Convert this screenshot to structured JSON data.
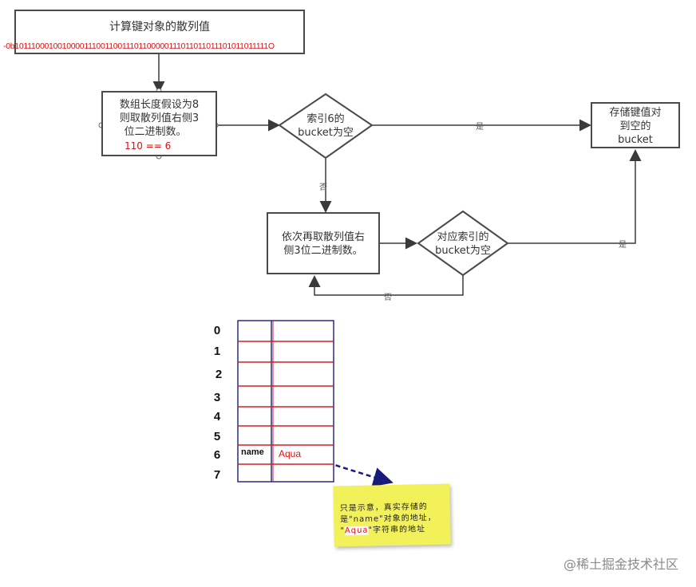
{
  "flow": {
    "box_hash": "计算键对象的散列值",
    "hash_bits": "-0b101110001001000011100110011101100000111011011011101011011111O",
    "box_len_line1": "数组长度假设为8",
    "box_len_line2": "则取散列值右侧3",
    "box_len_line3": "位二进制数。",
    "box_len_calc": "110 == 6",
    "diamond1_line1": "索引6的",
    "diamond1_line2": "bucket为空",
    "box_store_line1": "存储键值对",
    "box_store_line2": "到空的",
    "box_store_line3": "bucket",
    "yes1": "是",
    "no1": "否",
    "box_next_line1": "依次再取散列值右",
    "box_next_line2": "侧3位二进制数。",
    "diamond2_line1": "对应索引的",
    "diamond2_line2": "bucket为空",
    "yes2": "是",
    "no2": "否"
  },
  "table": {
    "indices": [
      "0",
      "1",
      "2",
      "3",
      "4",
      "5",
      "6",
      "7"
    ],
    "key_label": "name",
    "value_label": "Aqua"
  },
  "note": {
    "line1": "只是示意，真实存储的",
    "line2": "是\"name\"对象的地址，",
    "aqua_quoted": "Aqua",
    "line3_rest": "\"字符串的地址"
  },
  "watermark": "@稀土掘金技术社区",
  "colors": {
    "border": "#4a4a4a",
    "red": "#e01010",
    "table_border_blue": "#2a2a8a",
    "table_row_red": "#d02020",
    "note_yellow": "#f3f15a",
    "dashed_arrow": "#1a1a7a"
  }
}
